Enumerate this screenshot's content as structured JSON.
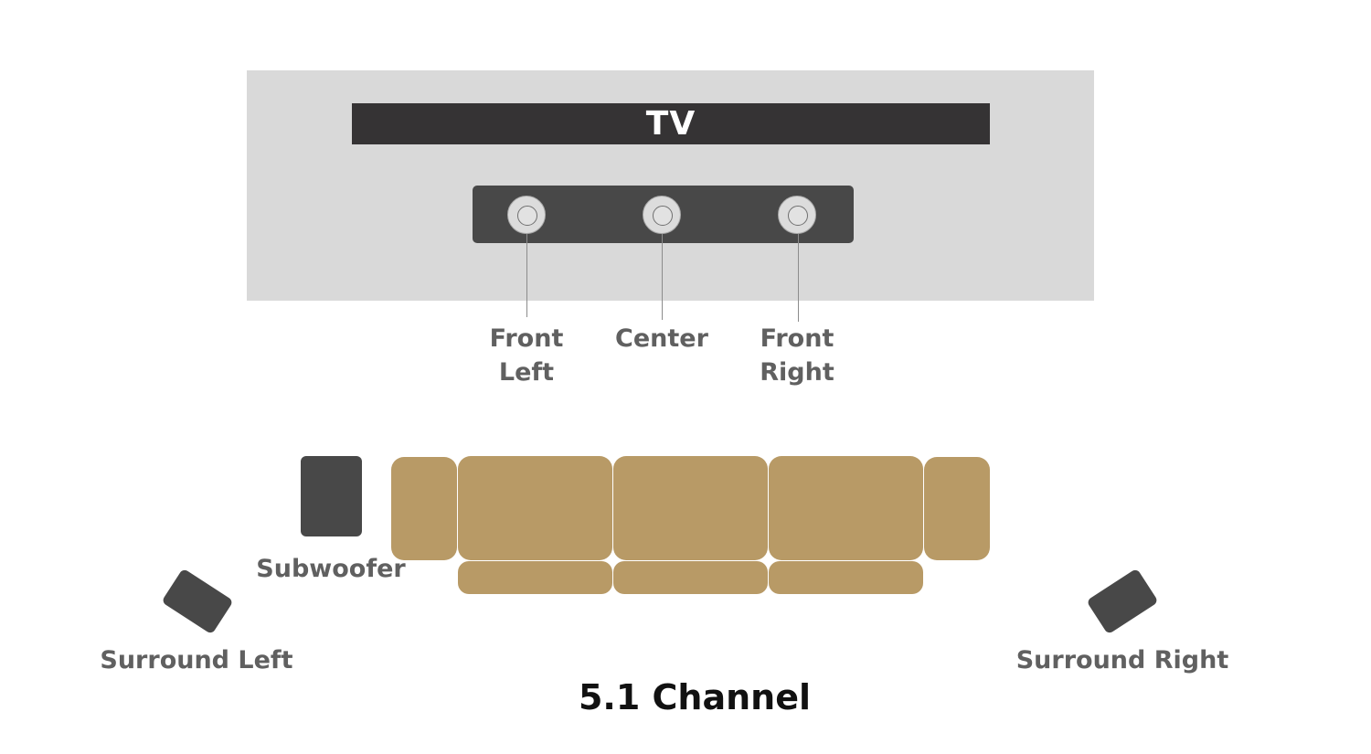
{
  "tv": {
    "label": "TV"
  },
  "speakers": {
    "front_left": {
      "line1": "Front",
      "line2": "Left"
    },
    "center": {
      "label": "Center"
    },
    "front_right": {
      "line1": "Front",
      "line2": "Right"
    },
    "subwoofer": {
      "label": "Subwoofer"
    },
    "surround_left": {
      "label": "Surround Left"
    },
    "surround_right": {
      "label": "Surround Right"
    }
  },
  "title": "5.1 Channel",
  "colors": {
    "wall": "#d9d9d9",
    "tv": "#353334",
    "speaker": "#484848",
    "sofa": "#b89a66",
    "label_text": "#606060"
  }
}
